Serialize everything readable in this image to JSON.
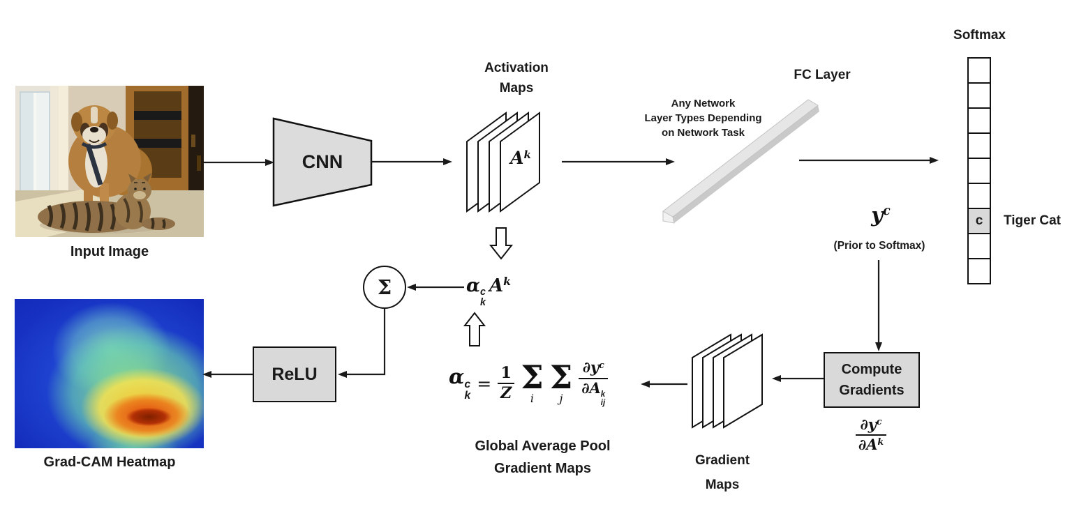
{
  "title": "Grad-CAM architecture diagram",
  "labels": {
    "input_image": "Input Image",
    "cnn": "CNN",
    "activation_maps": {
      "line1": "Activation",
      "line2": "Maps"
    },
    "network_note": {
      "line1": "Any Network",
      "line2": "Layer Types Depending",
      "line3": "on Network Task"
    },
    "fc_layer": "FC Layer",
    "softmax": "Softmax",
    "tiger_cat": "Tiger Cat",
    "prior_to_softmax": "(Prior to Softmax)",
    "compute_gradients": {
      "line1": "Compute",
      "line2": "Gradients"
    },
    "gradient_maps": {
      "line1": "Gradient",
      "line2": "Maps"
    },
    "gap_caption": {
      "line1": "Global Average Pool",
      "line2": "Gradient Maps"
    },
    "grad_cam_heatmap": "Grad-CAM Heatmap",
    "relu": "ReLU",
    "sum_symbol": "Σ"
  },
  "softmax_column": {
    "cell_count": 9,
    "cells": [
      "",
      "",
      "",
      "",
      "",
      "",
      "c",
      "",
      ""
    ],
    "highlight_index": 6,
    "highlight_label": "c"
  },
  "math": {
    "activation_symbol": {
      "base": "A",
      "sup": "k"
    },
    "yc": {
      "base": "y",
      "sup": "c"
    },
    "grad_fraction": {
      "num_base": "∂y",
      "num_sup": "c",
      "den_base": "∂A",
      "den_sup": "k"
    },
    "alpha_a": {
      "alpha": "α",
      "alpha_sup": "c",
      "alpha_sub": "k",
      "a_base": "A",
      "a_sup": "k"
    },
    "alpha_formula": {
      "alpha": "α",
      "alpha_sup": "c",
      "alpha_sub": "k",
      "equals": "=",
      "frac_num": "1",
      "frac_den": "Z",
      "sigma": "Σ",
      "sigma1_sub": "i",
      "sigma2_sub": "j",
      "num_base": "∂y",
      "num_sup": "c",
      "den_base": "∂A",
      "den_sup": "k",
      "den_sub": "ij"
    }
  },
  "colors": {
    "background": "#ffffff",
    "node_fill": "#d9d9d9",
    "cnn_fill": "#dcdcdc",
    "outline": "#111111",
    "arrow": "#1a1a1a",
    "fc_bar_fill": "#e6e6e6",
    "highlight_cell": "#d9d9d9",
    "heatmap_palette": [
      "#0a17a0",
      "#1e3ed2",
      "#4ab0dc",
      "#8ce05a",
      "#f5d23c",
      "#e04a10",
      "#8b2505"
    ]
  }
}
